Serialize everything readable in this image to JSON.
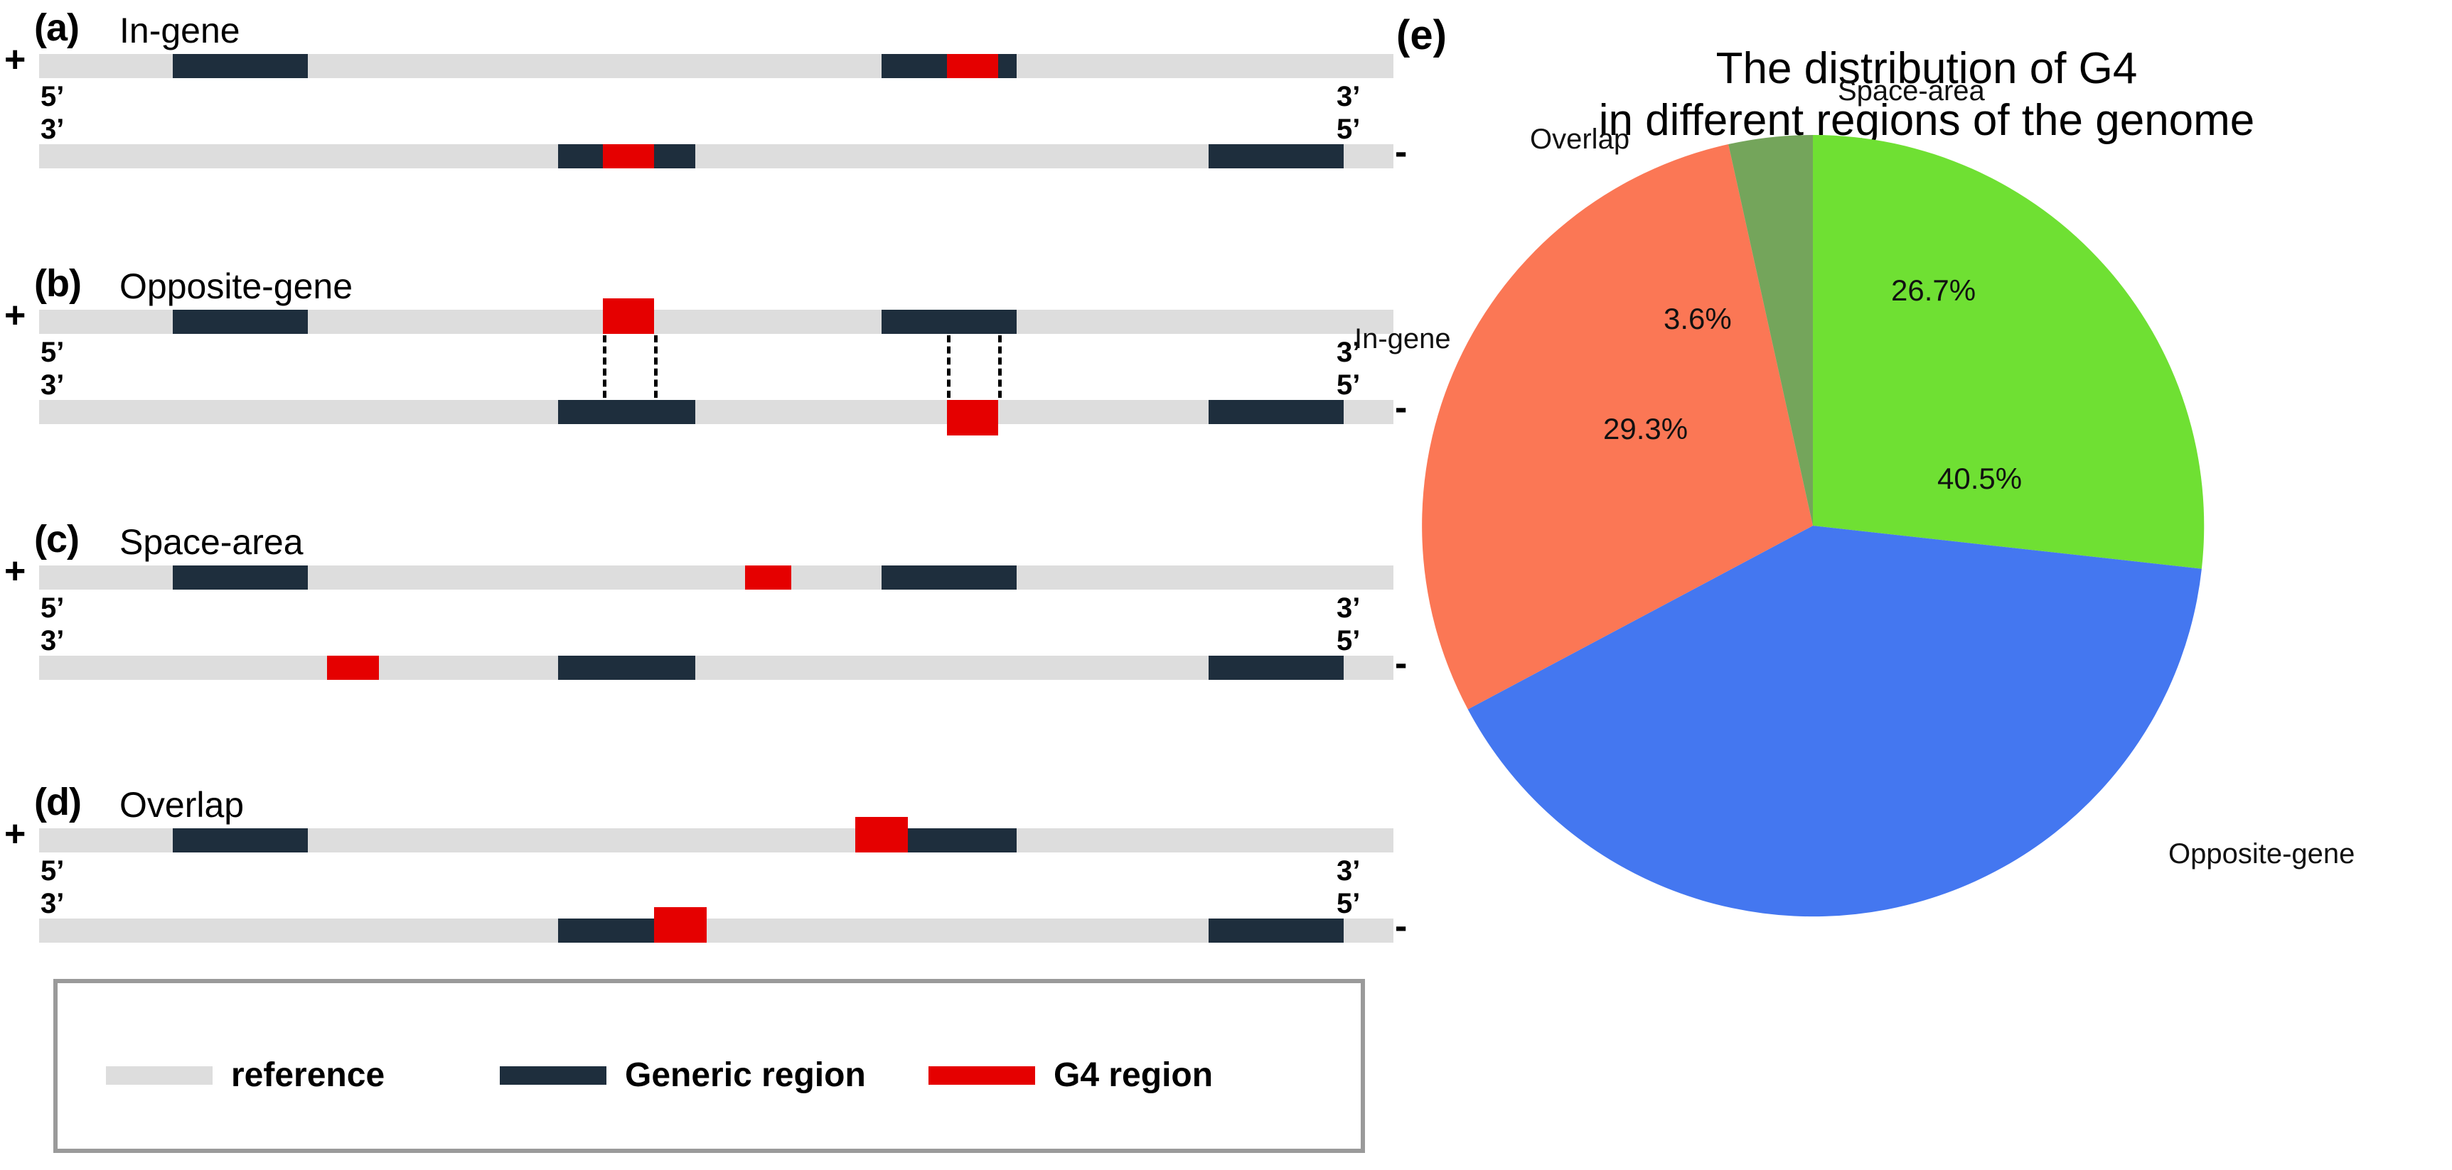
{
  "figure": {
    "colors": {
      "reference": "#dddddd",
      "generic_region": "#1e2e3d",
      "g4_region": "#e50000",
      "pie_space_area": "#6fe033",
      "pie_overlap": "#74a55b",
      "pie_in_gene": "#fb7755",
      "pie_opposite_gene": "#4477f0"
    },
    "strand_marks": {
      "plus": "+",
      "minus": "-",
      "five_prime": "5’",
      "three_prime": "3’"
    }
  },
  "panels": [
    {
      "tag": "(a)",
      "title": "In-gene"
    },
    {
      "tag": "(b)",
      "title": "Opposite-gene"
    },
    {
      "tag": "(c)",
      "title": "Space-area"
    },
    {
      "tag": "(d)",
      "title": "Overlap"
    }
  ],
  "legend": {
    "items": [
      {
        "label": "reference",
        "swatch": "#dddddd"
      },
      {
        "label": "Generic region",
        "swatch": "#1e2e3d"
      },
      {
        "label": "G4 region",
        "swatch": "#e50000"
      }
    ]
  },
  "pie": {
    "tag": "(e)",
    "title_line1": "The distribution of G4",
    "title_line2": "in different regions of the genome",
    "labels": {
      "space_area": "Space-area",
      "overlap": "Overlap",
      "in_gene": "In-gene",
      "opposite_gene": "Opposite-gene"
    },
    "percent_labels": {
      "space_area": "26.7%",
      "overlap": "3.6%",
      "in_gene": "29.3%",
      "opposite_gene": "40.5%"
    }
  },
  "chart_data": {
    "type": "pie",
    "title": "The distribution of G4 in different regions of the genome",
    "categories": [
      "Space-area",
      "Opposite-gene",
      "In-gene",
      "Overlap"
    ],
    "values": [
      26.7,
      40.5,
      29.3,
      3.6
    ],
    "value_labels": [
      "26.7%",
      "40.5%",
      "29.3%",
      "3.6%"
    ],
    "colors": [
      "#6fe033",
      "#4477f0",
      "#fb7755",
      "#74a55b"
    ],
    "unit": "%",
    "legend": "labels placed outside slices",
    "start_angle_deg": -90,
    "direction": "clockwise"
  }
}
